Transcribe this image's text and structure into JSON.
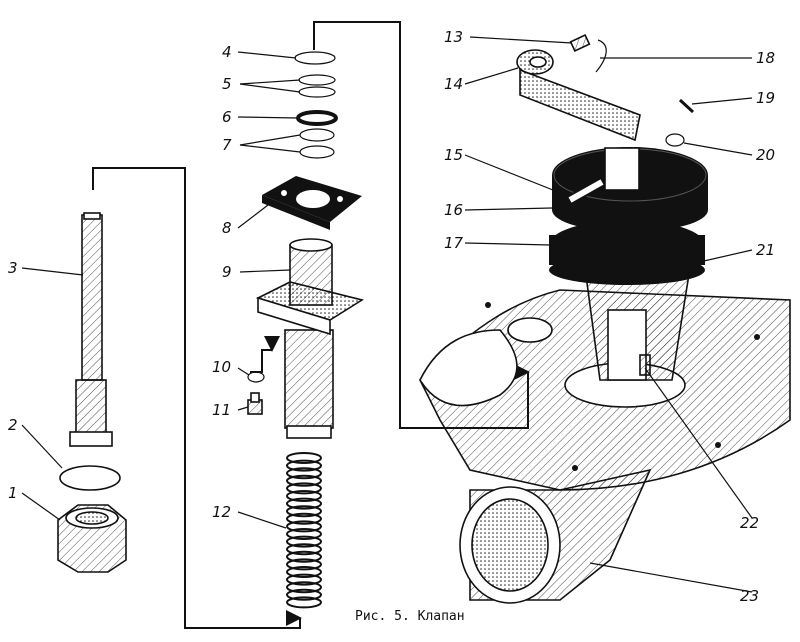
{
  "figure": {
    "caption": "Рис. 5. Клапан"
  },
  "callouts": [
    {
      "id": "label-1",
      "text": "1"
    },
    {
      "id": "label-2",
      "text": "2"
    },
    {
      "id": "label-3",
      "text": "3"
    },
    {
      "id": "label-4",
      "text": "4"
    },
    {
      "id": "label-5",
      "text": "5"
    },
    {
      "id": "label-6",
      "text": "6"
    },
    {
      "id": "label-7",
      "text": "7"
    },
    {
      "id": "label-8",
      "text": "8"
    },
    {
      "id": "label-9",
      "text": "9"
    },
    {
      "id": "label-10",
      "text": "10"
    },
    {
      "id": "label-11",
      "text": "11"
    },
    {
      "id": "label-12",
      "text": "12"
    },
    {
      "id": "label-13",
      "text": "13"
    },
    {
      "id": "label-14",
      "text": "14"
    },
    {
      "id": "label-15",
      "text": "15"
    },
    {
      "id": "label-16",
      "text": "16"
    },
    {
      "id": "label-17",
      "text": "17"
    },
    {
      "id": "label-18",
      "text": "18"
    },
    {
      "id": "label-19",
      "text": "19"
    },
    {
      "id": "label-20",
      "text": "20"
    },
    {
      "id": "label-21",
      "text": "21"
    },
    {
      "id": "label-22",
      "text": "22"
    },
    {
      "id": "label-23",
      "text": "23"
    }
  ]
}
